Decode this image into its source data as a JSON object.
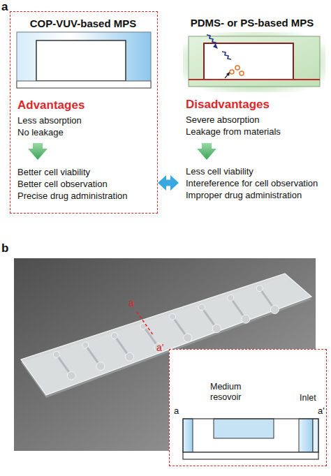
{
  "diagram": {
    "nodes": [
      {
        "text": [
          "COP-VUV-based MPS",
          "Advantages",
          "Less absorption",
          "No leakage",
          "Better cell viability",
          "Better cell observation",
          "Precise drug administration"
        ]
      },
      {
        "text": [
          "PDMS- or PS-based MPS",
          "Disadvantages",
          "Severe absorption",
          "Leakage from materials",
          "Less cell viability",
          "Intereference for cell observation",
          "Improper drug administration"
        ]
      },
      {
        "text": [
          "a",
          "Medium resovoir",
          "Inlet",
          "a'"
        ]
      }
    ],
    "edges": [
      {
        "from": 0,
        "to": 1,
        "arrow": "both"
      }
    ],
    "labels": [
      "a",
      "b",
      "a",
      "a'"
    ]
  }
}
